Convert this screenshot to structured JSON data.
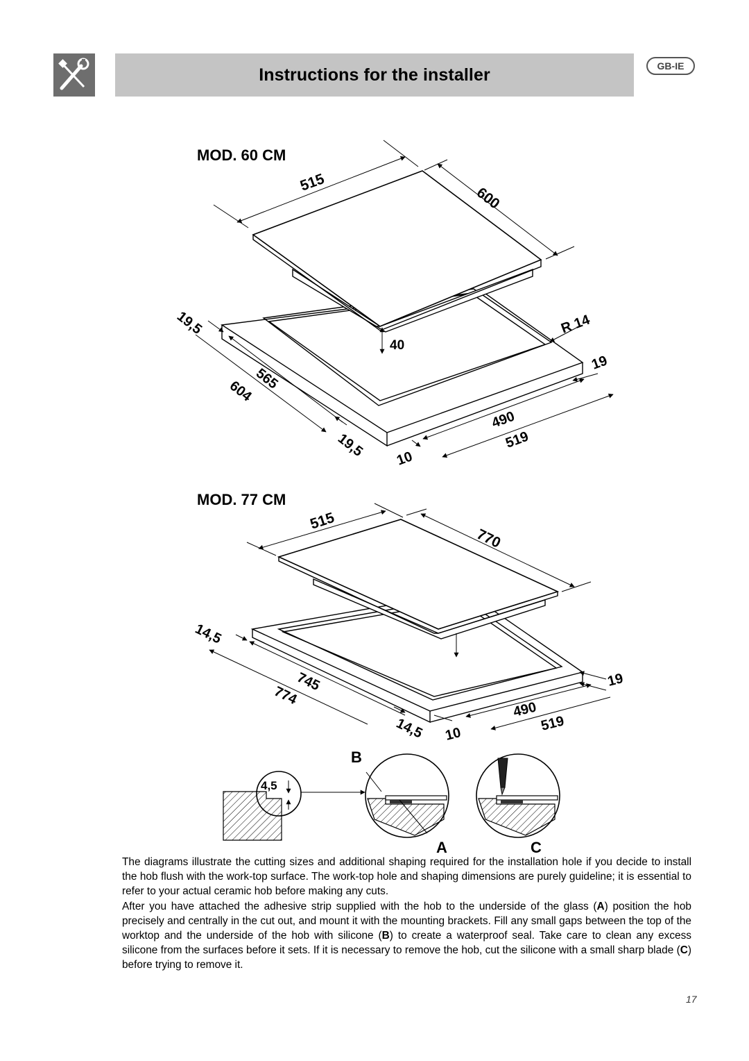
{
  "header": {
    "title": "Instructions for the installer",
    "badge": "GB-IE",
    "icon": "tools-icon"
  },
  "diagrams": {
    "mod60": {
      "title": "MOD. 60 CM",
      "dims": {
        "top_width": "515",
        "top_depth": "600",
        "height": "40",
        "radius": "R 14",
        "left_offset_top": "19,5",
        "cut_length": "565",
        "outer_length": "604",
        "left_offset_bottom": "19,5",
        "side_gap": "19",
        "cut_width": "490",
        "outer_width": "519",
        "front_gap": "10"
      }
    },
    "mod77": {
      "title": "MOD. 77 CM",
      "dims": {
        "top_width": "515",
        "top_depth": "770",
        "left_offset_top": "14,5",
        "cut_length": "745",
        "outer_length": "774",
        "left_offset_bottom": "14,5",
        "side_gap": "19",
        "cut_width": "490",
        "outer_width": "519",
        "front_gap": "10"
      }
    },
    "detail": {
      "step": "4,5",
      "label_b": "B",
      "label_a": "A",
      "label_c": "C"
    }
  },
  "body": {
    "paragraph1": "The diagrams illustrate the cutting sizes and additional shaping required for the installation hole if you decide to install the hob flush with the work-top surface. The work-top hole and shaping dimensions are purely guideline; it is essential to refer to your actual ceramic hob before making any cuts.",
    "p2_a": "After you have attached the adhesive strip supplied with the hob to the underside of the glass (",
    "p2_A": "A",
    "p2_b": ") position the hob precisely and centrally in the cut out, and mount it with the mounting brackets. Fill any small gaps between the top of the worktop and the underside of the hob with silicone (",
    "p2_B": "B",
    "p2_c": ") to create a waterproof seal. Take care to clean any excess silicone from the surfaces before it sets. If it is necessary to remove the hob, cut the silicone with a small sharp blade (",
    "p2_C": "C",
    "p2_d": ") before trying to remove it."
  },
  "page_number": "17"
}
